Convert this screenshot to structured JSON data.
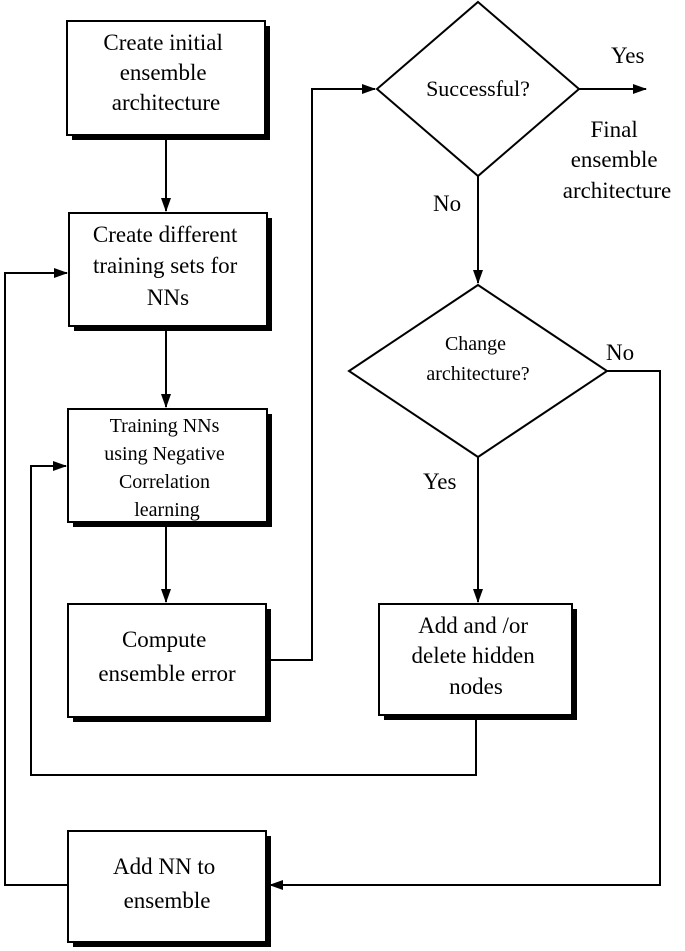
{
  "nodes": {
    "create_initial": {
      "lines": [
        "Create initial",
        "ensemble",
        "architecture"
      ]
    },
    "create_training_sets": {
      "lines": [
        "Create different",
        "training sets for",
        "NNs"
      ]
    },
    "training_ncl": {
      "lines": [
        "Training NNs",
        "using Negative",
        "Correlation",
        "learning"
      ]
    },
    "compute_error": {
      "lines": [
        "Compute",
        "ensemble error"
      ]
    },
    "successful": {
      "lines": [
        "Successful?"
      ]
    },
    "final_architecture": {
      "lines": [
        "Final",
        "ensemble",
        "architecture"
      ]
    },
    "change_architecture": {
      "lines": [
        "Change",
        "architecture?"
      ]
    },
    "add_delete_hidden": {
      "lines": [
        "Add and /or",
        "delete hidden",
        "nodes"
      ]
    },
    "add_nn": {
      "lines": [
        "Add NN to",
        "ensemble"
      ]
    }
  },
  "edge_labels": {
    "successful_yes": "Yes",
    "successful_no": "No",
    "change_yes": "Yes",
    "change_no": "No"
  },
  "colors": {
    "stroke": "#000000",
    "fill": "#ffffff"
  }
}
